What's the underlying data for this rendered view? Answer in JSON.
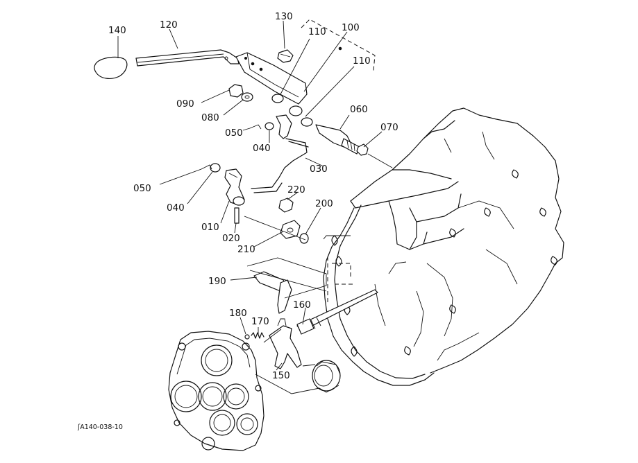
{
  "diagram": {
    "drawing_code": "ʃA140-038-10",
    "parts": [
      {
        "id": "p140",
        "label": "140"
      },
      {
        "id": "p120",
        "label": "120"
      },
      {
        "id": "p130",
        "label": "130"
      },
      {
        "id": "p100",
        "label": "100"
      },
      {
        "id": "p110a",
        "label": "110"
      },
      {
        "id": "p110b",
        "label": "110"
      },
      {
        "id": "p090",
        "label": "090"
      },
      {
        "id": "p080",
        "label": "080"
      },
      {
        "id": "p060",
        "label": "060"
      },
      {
        "id": "p070",
        "label": "070"
      },
      {
        "id": "p050a",
        "label": "050"
      },
      {
        "id": "p040a",
        "label": "040"
      },
      {
        "id": "p030",
        "label": "030"
      },
      {
        "id": "p050b",
        "label": "050"
      },
      {
        "id": "p040b",
        "label": "040"
      },
      {
        "id": "p220",
        "label": "220"
      },
      {
        "id": "p200",
        "label": "200"
      },
      {
        "id": "p010",
        "label": "010"
      },
      {
        "id": "p020",
        "label": "020"
      },
      {
        "id": "p210",
        "label": "210"
      },
      {
        "id": "p190",
        "label": "190"
      },
      {
        "id": "p160",
        "label": "160"
      },
      {
        "id": "p180",
        "label": "180"
      },
      {
        "id": "p170",
        "label": "170"
      },
      {
        "id": "p150",
        "label": "150"
      }
    ]
  }
}
